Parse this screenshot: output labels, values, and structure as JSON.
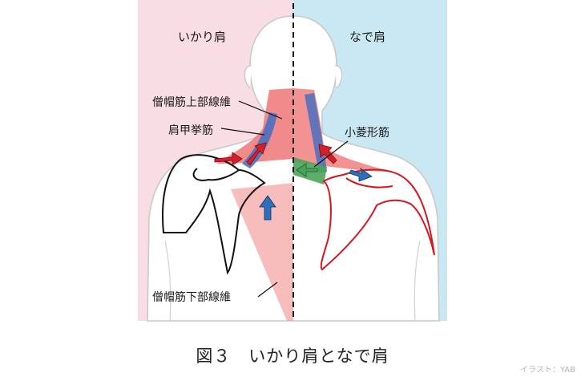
{
  "panels": {
    "left_title": "いかり肩",
    "right_title": "なで肩"
  },
  "labels": {
    "upper_trapezius": "僧帽筋上部線維",
    "levator_scapulae": "肩甲挙筋",
    "rhomboid_minor": "小菱形筋",
    "lower_trapezius": "僧帽筋下部線維"
  },
  "caption": "図３　いかり肩となで肩",
  "credit": "イラスト：YAB",
  "colors": {
    "left_bg": "#f9dde4",
    "right_bg": "#c9e8f4",
    "muscle_red": "#ee6e6e",
    "muscle_blue": "#4a6fbf",
    "muscle_green": "#4aa35a",
    "arrow_red": "#d4202a",
    "arrow_blue": "#2f6fb8",
    "scapula_left": "#111111",
    "scapula_right": "#d8141e"
  },
  "icons": {
    "left_up_arrow": "arrow-up-right",
    "right_down_arrow": "arrow-left"
  }
}
